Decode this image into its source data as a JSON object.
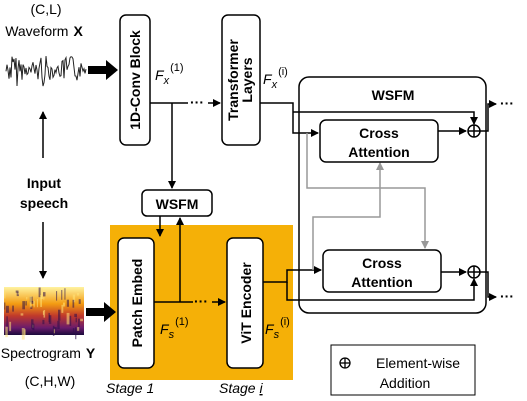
{
  "diagram": {
    "input": {
      "waveform_dims": "(C,L)",
      "waveform_label": "Waveform",
      "waveform_var": "X",
      "input_label_line1": "Input",
      "input_label_line2": "speech",
      "spectrogram_label": "Spectrogram",
      "spectrogram_var": "Y",
      "spectrogram_dims": "(C,H,W)"
    },
    "blocks": {
      "conv": "1D-Conv Block",
      "transformer_line1": "Transformer",
      "transformer_line2": "Layers",
      "wsfm_small": "WSFM",
      "patch_embed": "Patch Embed",
      "vit_encoder": "ViT Encoder"
    },
    "features": {
      "fx_base": "F",
      "fx_sub": "x",
      "fx_sup1": "(1)",
      "fx_supi": "(i)",
      "fs_base": "F",
      "fs_sub": "s",
      "fs_sup1": "(1)",
      "fs_supi": "(i)"
    },
    "wsfm": {
      "title": "WSFM",
      "cross_attention_line1": "Cross",
      "cross_attention_line2": "Attention"
    },
    "ellipsis": "···",
    "stages": {
      "stage1": "Stage 1",
      "stagei_prefix": "Stage ",
      "stagei_var": "i"
    },
    "legend": {
      "symbol": "⊕",
      "line1": "Element-wise",
      "line2": "Addition"
    },
    "colors": {
      "stage_highlight": "#F5B007",
      "spectrogram": [
        "#1a0a3c",
        "#6a1b6b",
        "#c0392b",
        "#f39c12",
        "#fff3a0"
      ]
    }
  }
}
